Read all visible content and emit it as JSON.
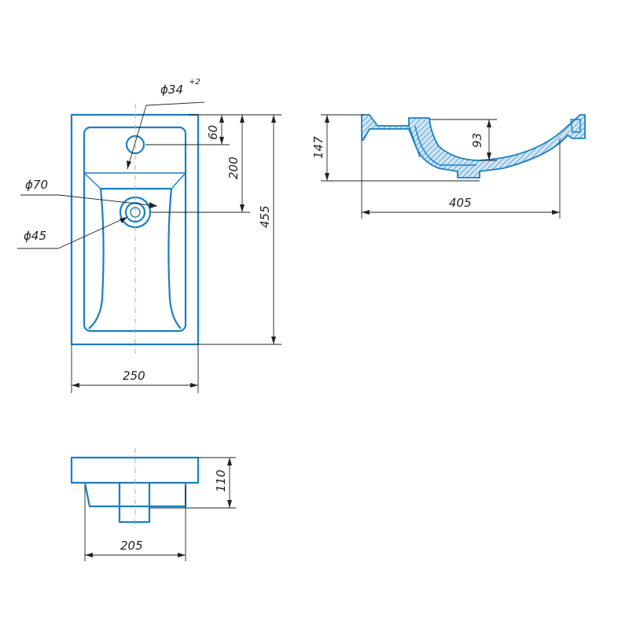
{
  "colors": {
    "outline": "#1a7fc1",
    "dimension": "#222222",
    "centerline": "#c8a060",
    "section_fill": "#8fc2e4"
  },
  "views": {
    "top": {
      "faucet_hole": "ϕ34",
      "faucet_hole_tolerance": "+2",
      "drain_outer": "ϕ70",
      "drain_inner": "ϕ45",
      "faucet_offset": "60",
      "drain_offset": "200",
      "total_length": "455",
      "width": "250"
    },
    "side_section": {
      "height": "147",
      "bowl_depth": "93",
      "length": "405"
    },
    "front": {
      "height": "110",
      "bottom_width": "205"
    }
  }
}
